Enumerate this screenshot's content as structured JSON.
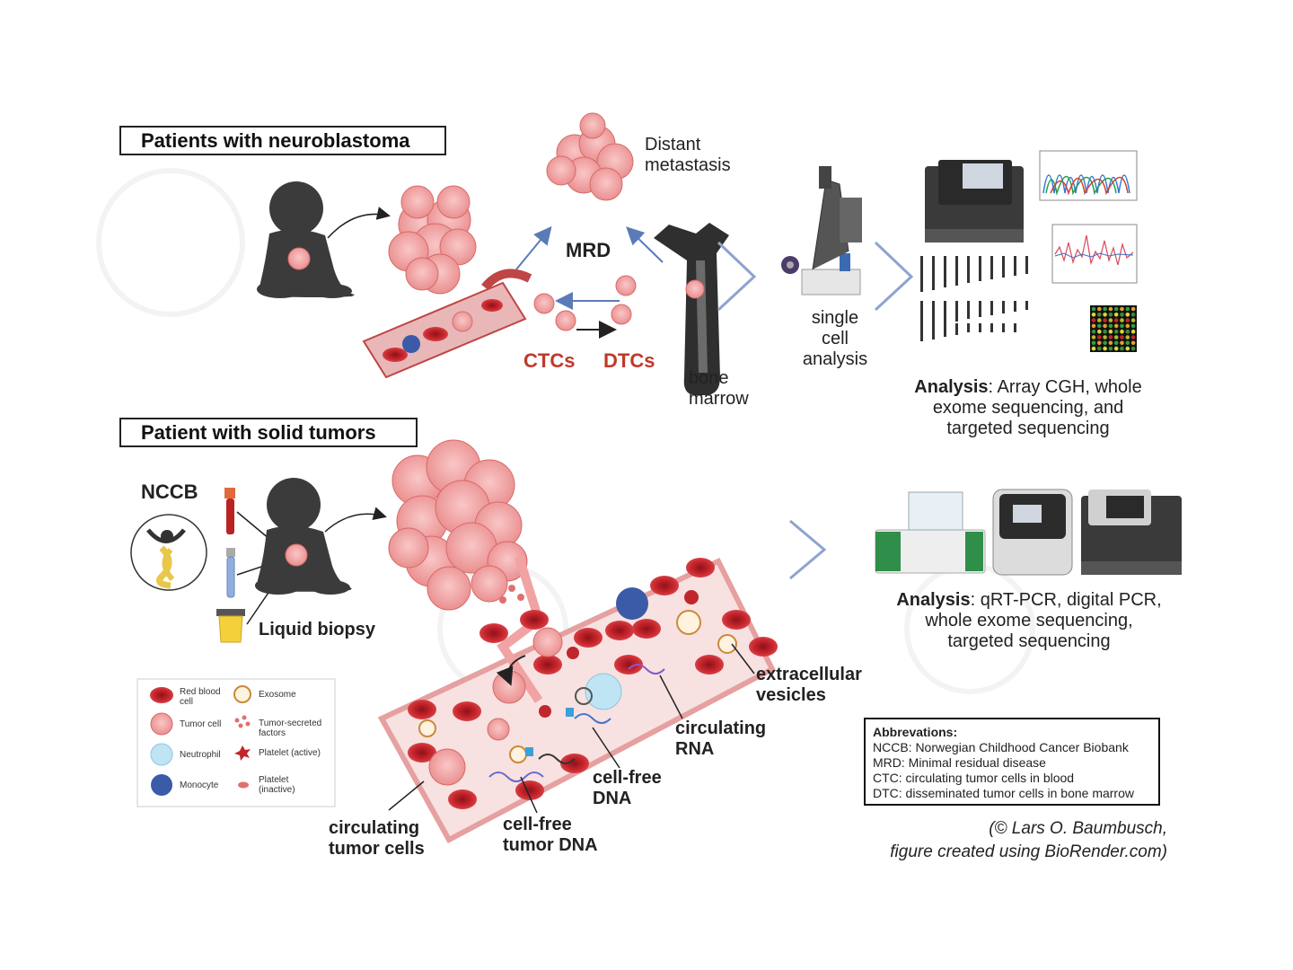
{
  "section_top": {
    "title": "Patients with neuroblastoma"
  },
  "section_bottom": {
    "title": "Patient with solid tumors"
  },
  "labels": {
    "distant_metastasis": [
      "Distant",
      "metastasis"
    ],
    "mrd": "MRD",
    "ctcs": "CTCs",
    "dtcs": "DTCs",
    "bone_marrow": [
      "bone",
      "marrow"
    ],
    "single_cell": [
      "single",
      "cell",
      "analysis"
    ],
    "nccb": "NCCB",
    "liquid_biopsy": "Liquid biopsy",
    "extracellular_vesicles": [
      "extracellular",
      "vesicles"
    ],
    "circulating_rna": [
      "circulating",
      "RNA"
    ],
    "cell_free_dna": [
      "cell-free",
      "DNA"
    ],
    "cell_free_tumor_dna": [
      "cell-free",
      "tumor DNA"
    ],
    "circulating_tumor_cells": [
      "circulating",
      "tumor cells"
    ]
  },
  "analysis_top": {
    "label": "Analysis",
    "text_line1": ": Array CGH, whole",
    "text_line2": "exome sequencing, and",
    "text_line3": "targeted sequencing"
  },
  "analysis_bottom": {
    "label": "Analysis",
    "text_line1": ": qRT-PCR, digital PCR,",
    "text_line2": "whole exome sequencing,",
    "text_line3": "targeted sequencing"
  },
  "legend": {
    "items": [
      {
        "icon": "red-blood-cell-icon",
        "label": "Red blood cell"
      },
      {
        "icon": "exosome-icon",
        "label": "Exosome"
      },
      {
        "icon": "tumor-cell-icon",
        "label": "Tumor cell"
      },
      {
        "icon": "tumor-factors-icon",
        "label": "Tumor-secreted factors"
      },
      {
        "icon": "neutrophil-icon",
        "label": "Neutrophil"
      },
      {
        "icon": "platelet-active-icon",
        "label": "Platelet (active)"
      },
      {
        "icon": "monocyte-icon",
        "label": "Monocyte"
      },
      {
        "icon": "platelet-inactive-icon",
        "label": "Platelet (inactive)"
      }
    ]
  },
  "abbreviations": {
    "title": "Abbrevations:",
    "lines": [
      "NCCB: Norwegian Childhood Cancer Biobank",
      "MRD: Minimal residual disease",
      "CTC: circulating tumor cells in blood",
      "DTC: disseminated tumor cells in bone marrow"
    ]
  },
  "credit": {
    "line1": "(© Lars O. Baumbusch,",
    "line2": "figure created using BioRender.com)"
  },
  "colors": {
    "tumor": "#f1a3a3",
    "tumor_dark": "#d86a6a",
    "rbc": "#c0272d",
    "vessel": "#f6d3d3",
    "arrow_blue": "#5b7bb8",
    "label_red": "#c0392b"
  }
}
